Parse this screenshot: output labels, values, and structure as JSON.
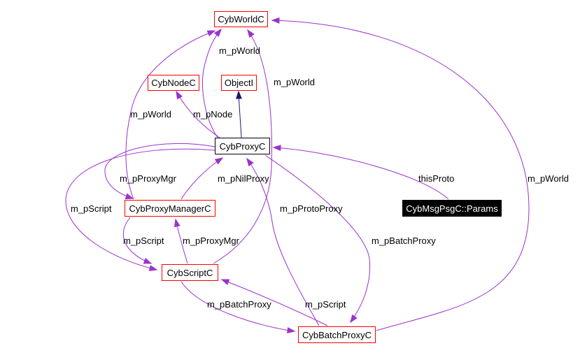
{
  "diagram": {
    "kind": "doxygen-collaboration-graph",
    "nodes": [
      {
        "id": "CybWorldC",
        "label": "CybWorldC",
        "style": "red-border"
      },
      {
        "id": "CybNodeC",
        "label": "CybNodeC",
        "style": "red-border"
      },
      {
        "id": "ObjectI",
        "label": "ObjectI",
        "style": "red-border"
      },
      {
        "id": "CybProxyC",
        "label": "CybProxyC",
        "style": "black-border"
      },
      {
        "id": "CybProxyManagerC",
        "label": "CybProxyManagerC",
        "style": "red-border"
      },
      {
        "id": "CybMsgPsgC::Params",
        "label": "CybMsgPsgC::Params",
        "style": "focus-black-fill"
      },
      {
        "id": "CybScriptC",
        "label": "CybScriptC",
        "style": "red-border"
      },
      {
        "id": "CybBatchProxyC",
        "label": "CybBatchProxyC",
        "style": "red-border"
      }
    ],
    "edges": [
      {
        "from": "CybProxyC",
        "to": "CybWorldC",
        "label": "m_pWorld",
        "type": "usage"
      },
      {
        "from": "CybProxyC",
        "to": "CybNodeC",
        "label": "m_pNode",
        "type": "usage"
      },
      {
        "from": "CybProxyC",
        "to": "ObjectI",
        "label": "",
        "type": "inheritance"
      },
      {
        "from": "CybProxyManagerC",
        "to": "CybWorldC",
        "label": "m_pWorld",
        "type": "usage"
      },
      {
        "from": "CybScriptC",
        "to": "CybWorldC",
        "label": "m_pWorld",
        "type": "usage"
      },
      {
        "from": "CybBatchProxyC",
        "to": "CybWorldC",
        "label": "m_pWorld",
        "type": "usage"
      },
      {
        "from": "CybProxyC",
        "to": "CybProxyManagerC",
        "label": "m_pProxyMgr",
        "type": "usage"
      },
      {
        "from": "CybProxyC",
        "to": "CybScriptC",
        "label": "m_pScript",
        "type": "usage"
      },
      {
        "from": "CybProxyManagerC",
        "to": "CybProxyC",
        "label": "m_pNilProxy",
        "type": "usage"
      },
      {
        "from": "CybMsgPsgC::Params",
        "to": "CybProxyC",
        "label": "thisProto",
        "type": "usage"
      },
      {
        "from": "CybProxyC",
        "to": "CybBatchProxyC",
        "label": "m_pBatchProxy",
        "type": "usage"
      },
      {
        "from": "CybBatchProxyC",
        "to": "CybProxyC",
        "label": "m_pProtoProxy",
        "type": "usage"
      },
      {
        "from": "CybScriptC",
        "to": "CybBatchProxyC",
        "label": "m_pBatchProxy",
        "type": "usage"
      },
      {
        "from": "CybBatchProxyC",
        "to": "CybScriptC",
        "label": "m_pScript",
        "type": "usage"
      },
      {
        "from": "CybProxyManagerC",
        "to": "CybScriptC",
        "label": "m_pScript",
        "type": "usage"
      },
      {
        "from": "CybScriptC",
        "to": "CybProxyManagerC",
        "label": "m_pProxyMgr",
        "type": "usage"
      }
    ],
    "colors": {
      "usage_edge": "#9a32cd",
      "inheritance_edge": "#191970",
      "related_node_border": "#ff0000",
      "plain_node_border": "#000000",
      "focus_node_background": "#000000",
      "focus_node_text": "#ffffff",
      "background": "#ffffff",
      "label_text": "#000000"
    }
  }
}
